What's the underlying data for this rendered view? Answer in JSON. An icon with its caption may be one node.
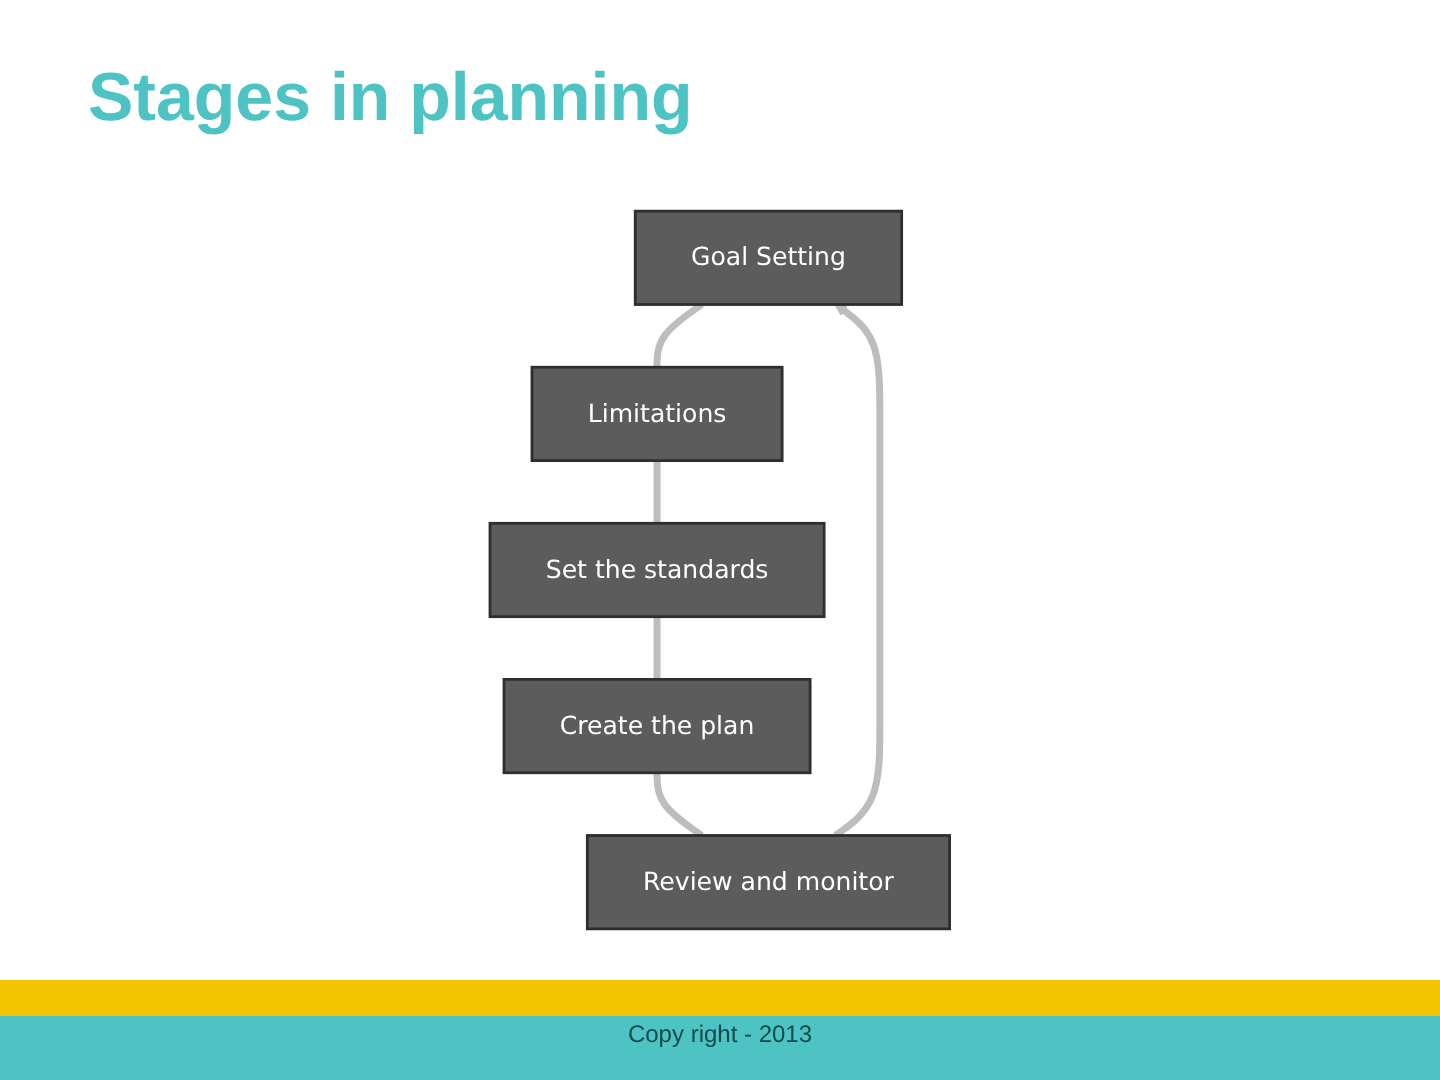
{
  "diagram": {
    "title": "Stages in planning",
    "nodes": [
      {
        "text": [
          "Goal Setting"
        ]
      },
      {
        "text": [
          "Limitations"
        ]
      },
      {
        "text": [
          "Set the standards"
        ]
      },
      {
        "text": [
          "Create the plan"
        ]
      },
      {
        "text": [
          "Review and monitor"
        ]
      }
    ],
    "edges": [
      {
        "from": 0,
        "to": 1,
        "arrow": "none"
      },
      {
        "from": 1,
        "to": 2,
        "arrow": "none"
      },
      {
        "from": 2,
        "to": 3,
        "arrow": "none"
      },
      {
        "from": 3,
        "to": 4,
        "arrow": "none"
      },
      {
        "from": 4,
        "to": 0,
        "arrow": "to"
      }
    ],
    "caption": "Copy right - 2013"
  }
}
